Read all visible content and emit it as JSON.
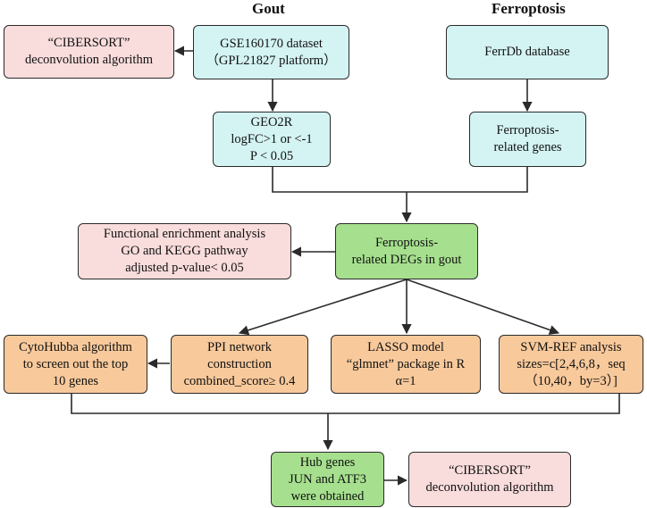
{
  "headings": {
    "gout": "Gout",
    "ferroptosis": "Ferroptosis"
  },
  "nodes": {
    "cibersort_top": [
      "“CIBERSORT”",
      "deconvolution algorithm"
    ],
    "gse": [
      "GSE160170 dataset",
      "（GPL21827 platform）"
    ],
    "ferrdb": [
      "FerrDb database"
    ],
    "geo2r": [
      "GEO2R",
      "logFC>1 or <-1",
      "P < 0.05"
    ],
    "ferro_genes": [
      "Ferroptosis-",
      "related genes"
    ],
    "enrichment": [
      "Functional enrichment analysis",
      "GO and KEGG pathway",
      "adjusted p-value< 0.05"
    ],
    "degs": [
      "Ferroptosis-",
      "related DEGs in gout"
    ],
    "cytohubba": [
      "CytoHubba algorithm",
      "to screen out the top",
      "10 genes"
    ],
    "ppi": [
      "PPI network",
      "construction",
      "combined_score≥ 0.4"
    ],
    "lasso": [
      "LASSO model",
      "“glmnet” package in R",
      "α=1"
    ],
    "svm": [
      "SVM-REF analysis",
      "sizes=c[2,4,6,8，seq",
      "（10,40，by=3）]"
    ],
    "hub": [
      "Hub genes",
      "JUN and ATF3",
      "were obtained"
    ],
    "cibersort_bottom": [
      "“CIBERSORT”",
      "deconvolution algorithm"
    ]
  },
  "colors": {
    "pink": "#f9dcdc",
    "cyan": "#d4f3f3",
    "green": "#a6e08e",
    "orange": "#f8c99b",
    "line": "#2a2a2a"
  }
}
